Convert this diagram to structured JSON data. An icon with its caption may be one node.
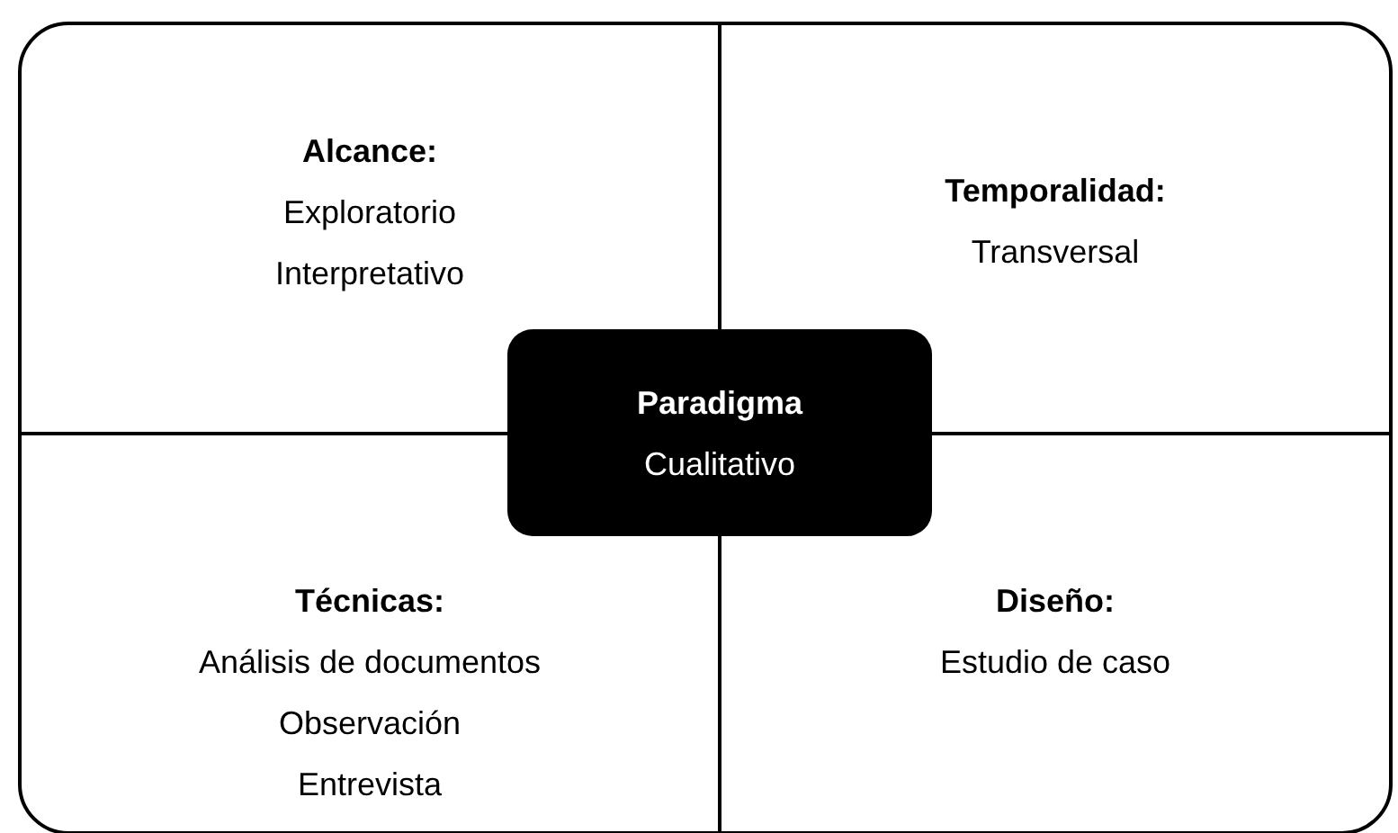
{
  "diagram": {
    "nodes": [
      {
        "text": [],
        "shape": "box"
      },
      {
        "text": [
          "Alcance:",
          "Exploratorio",
          "Interpretativo"
        ],
        "in": 0
      },
      {
        "text": [
          "Temporalidad:",
          "Transversal"
        ],
        "in": 0
      },
      {
        "text": [
          "Técnicas:",
          "Análisis de documentos",
          "Observación",
          "Entrevista"
        ],
        "in": 0
      },
      {
        "text": [
          "Diseño:",
          "Estudio de caso"
        ],
        "in": 0
      },
      {
        "text": [
          "Paradigma",
          "Cualitativo"
        ],
        "in": 0
      }
    ],
    "edges": []
  }
}
